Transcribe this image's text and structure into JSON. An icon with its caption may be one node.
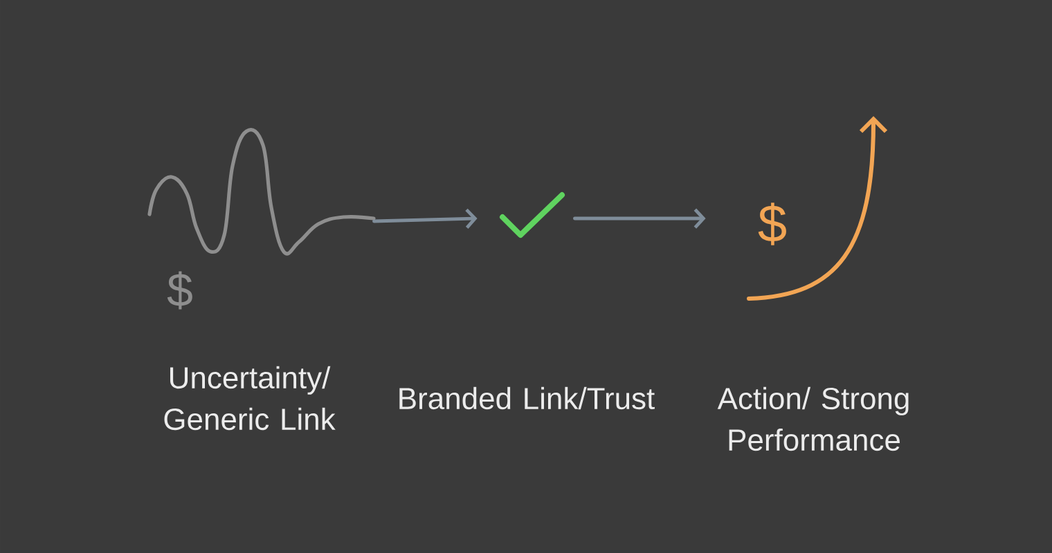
{
  "diagram": {
    "nodes": [
      {
        "text": [
          "$",
          "Uncertainty/ Generic Link"
        ]
      },
      {
        "text": [
          "Branded Link/Trust"
        ]
      },
      {
        "text": [
          "$",
          "Action/ Strong Performance"
        ]
      }
    ],
    "edges": [
      {
        "from": 0,
        "to": 1,
        "arrow": "to"
      },
      {
        "from": 1,
        "to": 2,
        "arrow": "to"
      }
    ]
  }
}
